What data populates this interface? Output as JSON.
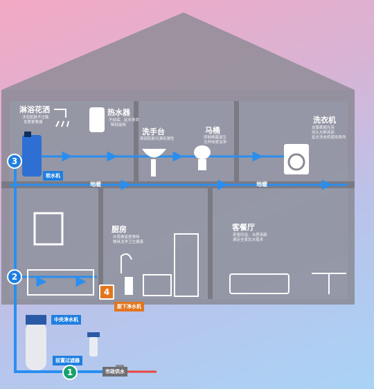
{
  "rooms": {
    "shower": {
      "title": "淋浴花洒",
      "desc1": "沐浴肌肤不过敏",
      "desc2": "发质更柔顺"
    },
    "heater": {
      "title": "热水器",
      "desc1": "不结垢、延长寿命",
      "desc2": "降低能耗"
    },
    "basin": {
      "title": "洗手台",
      "desc": "面部肌肤光滑有弹性"
    },
    "toilet": {
      "title": "马桶",
      "desc1": "抑制细菌滋生",
      "desc2": "无异味更洁净"
    },
    "washer": {
      "title": "洗衣机",
      "desc1": "衣服柔顺光亮",
      "desc2": "持久光鲜亮丽",
      "desc3": "延长洗衣机使用寿命"
    },
    "kitchen": {
      "title": "厨房",
      "desc1": "炒菜做饭更美味",
      "desc2": "餐具洁净卫生健康"
    },
    "living": {
      "title": "客餐厅",
      "desc1": "茶香四溢、水质清甜",
      "desc2": "满足全家饮水需求"
    }
  },
  "labels": {
    "floor_heat_left": "地暖",
    "floor_heat_right": "地暖",
    "softener": "软水机",
    "central_purifier": "中央净水机",
    "prefilter": "前置过滤器",
    "under_sink": "厨下净水机",
    "municipal": "市政供水"
  },
  "badges": {
    "b1": "1",
    "b2": "2",
    "b3": "3",
    "b4": "4"
  },
  "colors": {
    "pipe": "#1f7fe0",
    "inflow": "#e8453c",
    "house": "#8e8e98",
    "arrow": "#2a8ef0"
  }
}
